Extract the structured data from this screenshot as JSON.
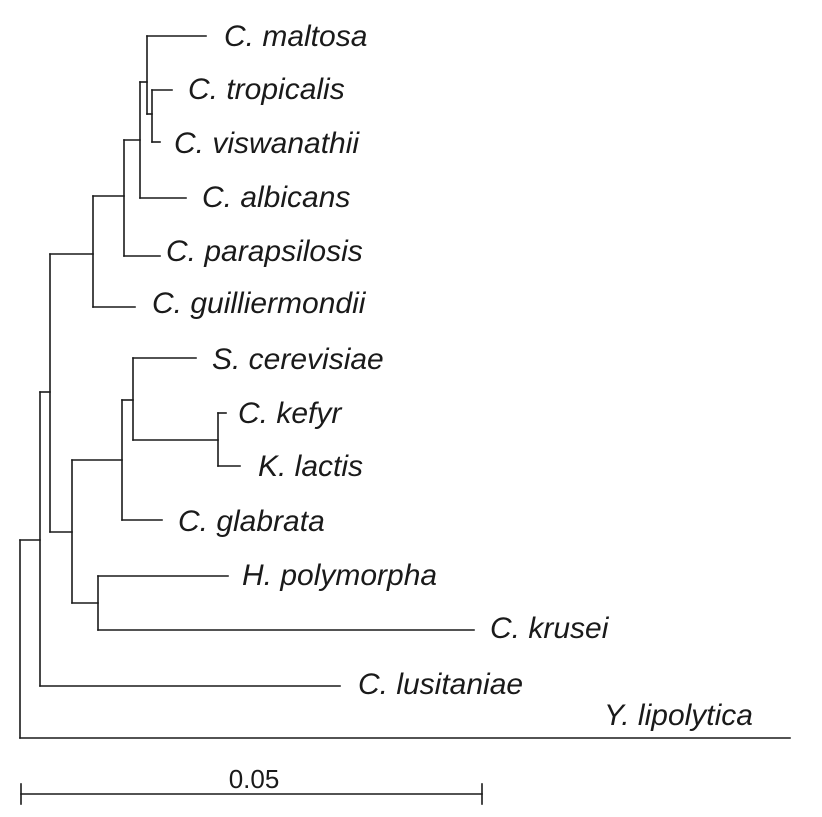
{
  "tree": {
    "taxa": [
      {
        "id": "c-maltosa",
        "label": "C. maltosa"
      },
      {
        "id": "c-tropicalis",
        "label": "C. tropicalis"
      },
      {
        "id": "c-viswanathii",
        "label": "C. viswanathii"
      },
      {
        "id": "c-albicans",
        "label": "C. albicans"
      },
      {
        "id": "c-parapsilosis",
        "label": "C. parapsilosis"
      },
      {
        "id": "c-guilliermondii",
        "label": "C. guilliermondii"
      },
      {
        "id": "s-cerevisiae",
        "label": "S. cerevisiae"
      },
      {
        "id": "c-kefyr",
        "label": "C. kefyr"
      },
      {
        "id": "k-lactis",
        "label": "K. lactis"
      },
      {
        "id": "c-glabrata",
        "label": "C. glabrata"
      },
      {
        "id": "h-polymorpha",
        "label": "H. polymorpha"
      },
      {
        "id": "c-krusei",
        "label": "C. krusei"
      },
      {
        "id": "c-lusitaniae",
        "label": "C. lusitaniae"
      },
      {
        "id": "y-lipolytica",
        "label": "Y. lipolytica"
      }
    ],
    "scale_bar": {
      "label": "0.05",
      "value": 0.05
    }
  }
}
